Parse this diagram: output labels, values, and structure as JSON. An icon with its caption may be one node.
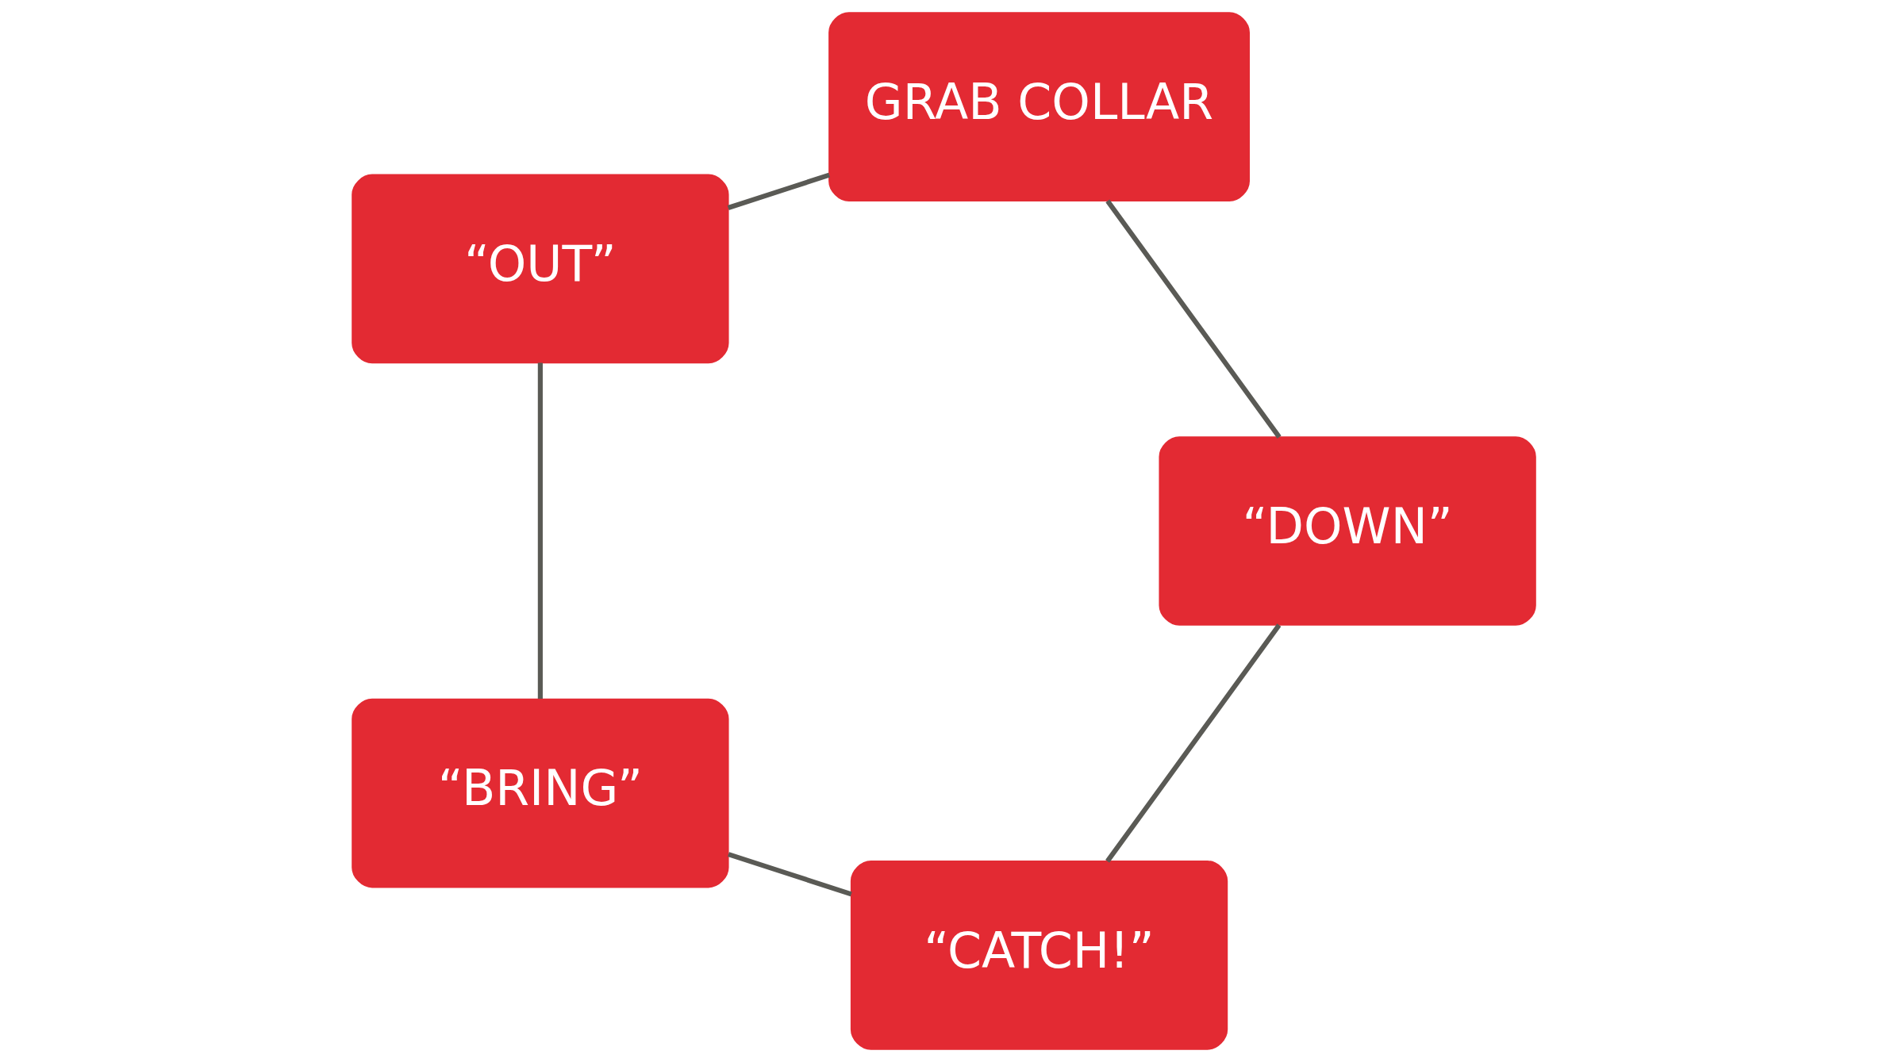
{
  "diagram": {
    "nodes": [
      {
        "text": [
          "“CATCH!”"
        ]
      },
      {
        "text": [
          "“DOWN”"
        ]
      },
      {
        "text": [
          "“BRING”"
        ]
      },
      {
        "text": [
          "GRAB COLLAR"
        ]
      },
      {
        "text": [
          "“OUT”"
        ]
      }
    ],
    "edges": [
      {
        "from": 0,
        "to": 2,
        "arrow": "none"
      },
      {
        "from": 2,
        "to": 4,
        "arrow": "none"
      },
      {
        "from": 4,
        "to": 3,
        "arrow": "none"
      },
      {
        "from": 3,
        "to": 1,
        "arrow": "none"
      },
      {
        "from": 1,
        "to": 0,
        "arrow": "none"
      }
    ]
  }
}
